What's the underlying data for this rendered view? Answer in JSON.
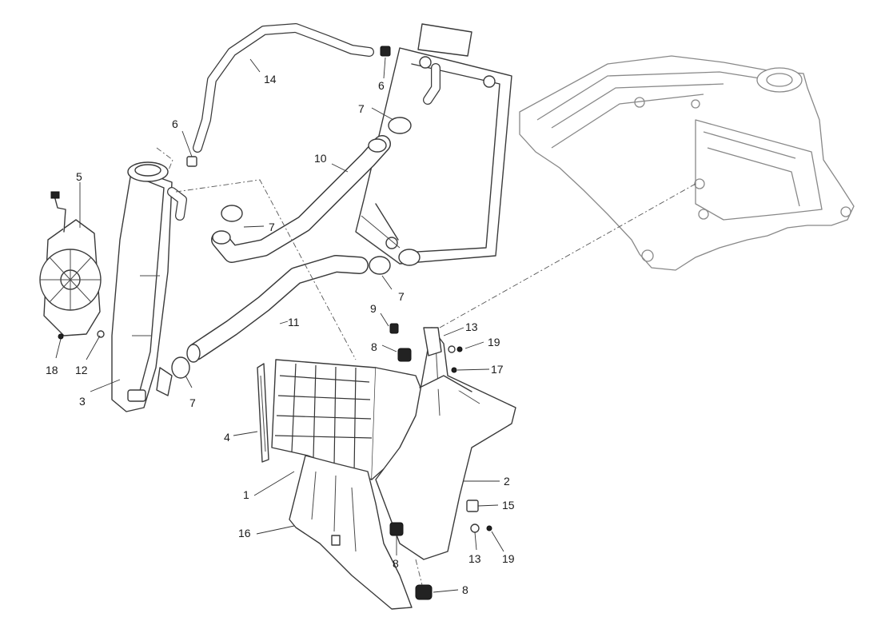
{
  "callouts": {
    "c1": "1",
    "c2": "2",
    "c3": "3",
    "c4": "4",
    "c5": "5",
    "c6a": "6",
    "c6b": "6",
    "c7a": "7",
    "c7b": "7",
    "c7c": "7",
    "c7d": "7",
    "c8a": "8",
    "c8b": "8",
    "c8c": "8",
    "c9": "9",
    "c10": "10",
    "c11": "11",
    "c12": "12",
    "c13a": "13",
    "c13b": "13",
    "c14": "14",
    "c15": "15",
    "c16": "16",
    "c17": "17",
    "c18": "18",
    "c19a": "19",
    "c19b": "19"
  },
  "colors": {
    "line": "#3a3a3a",
    "frame": "#888888",
    "background": "#ffffff"
  }
}
